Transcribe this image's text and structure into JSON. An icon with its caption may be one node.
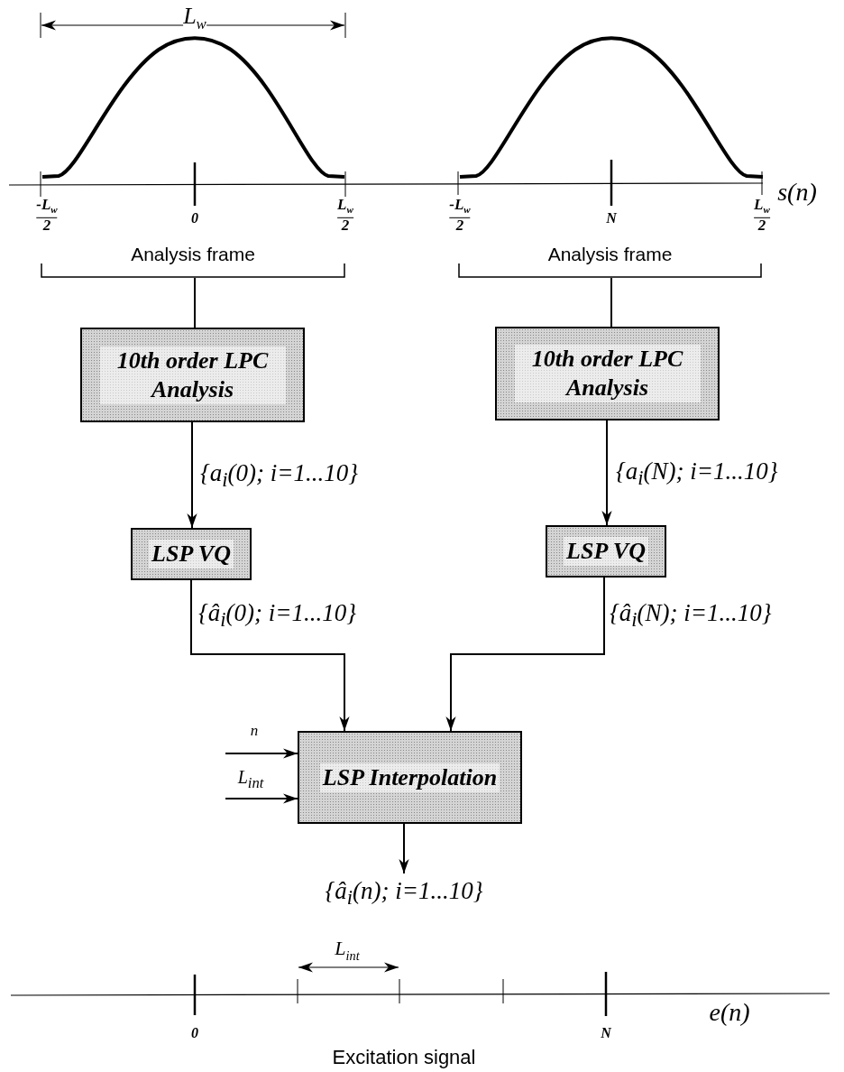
{
  "diagram": {
    "nodes": [
      {
        "text": [
          "Analysis frame"
        ]
      },
      {
        "text": [
          "Analysis frame"
        ]
      },
      {
        "text": [
          "10th order LPC Analysis"
        ]
      },
      {
        "text": [
          "10th order LPC Analysis"
        ]
      },
      {
        "text": [
          "LSP VQ"
        ]
      },
      {
        "text": [
          "LSP VQ"
        ]
      },
      {
        "text": [
          "LSP Interpolation"
        ]
      },
      {
        "text": [
          "{â$_{i}$(n); i=1...10}"
        ]
      }
    ],
    "edges": [
      {
        "from": 0,
        "to": 2,
        "arrow": "none"
      },
      {
        "from": 1,
        "to": 3,
        "arrow": "none"
      },
      {
        "from": 2,
        "to": 4,
        "arrow": "to",
        "label": "{a$_{i}$(0); i=1...10}"
      },
      {
        "from": 3,
        "to": 5,
        "arrow": "to",
        "label": "{a$_{i}$(N); i=1...10}"
      },
      {
        "from": 4,
        "to": 6,
        "arrow": "to",
        "label": "{â$_{i}$(0); i=1...10}"
      },
      {
        "from": 5,
        "to": 6,
        "arrow": "to",
        "label": "{â$_{i}$(N); i=1...10}"
      },
      {
        "from": null,
        "to": 6,
        "arrow": "to",
        "label": "n"
      },
      {
        "from": null,
        "to": 6,
        "arrow": "to",
        "label": "L$_{int}$"
      },
      {
        "from": 6,
        "to": 7,
        "arrow": "to"
      }
    ],
    "labels": [
      "L$_{w}$",
      "s(n)",
      "-L$_{w}$",
      "2",
      "0",
      "L$_{w}$",
      "2",
      "-L$_{w}$",
      "2",
      "N",
      "L$_{w}$",
      "2",
      "L$_{int}$",
      "e(n)",
      "0",
      "N",
      "Excitation signal"
    ]
  }
}
